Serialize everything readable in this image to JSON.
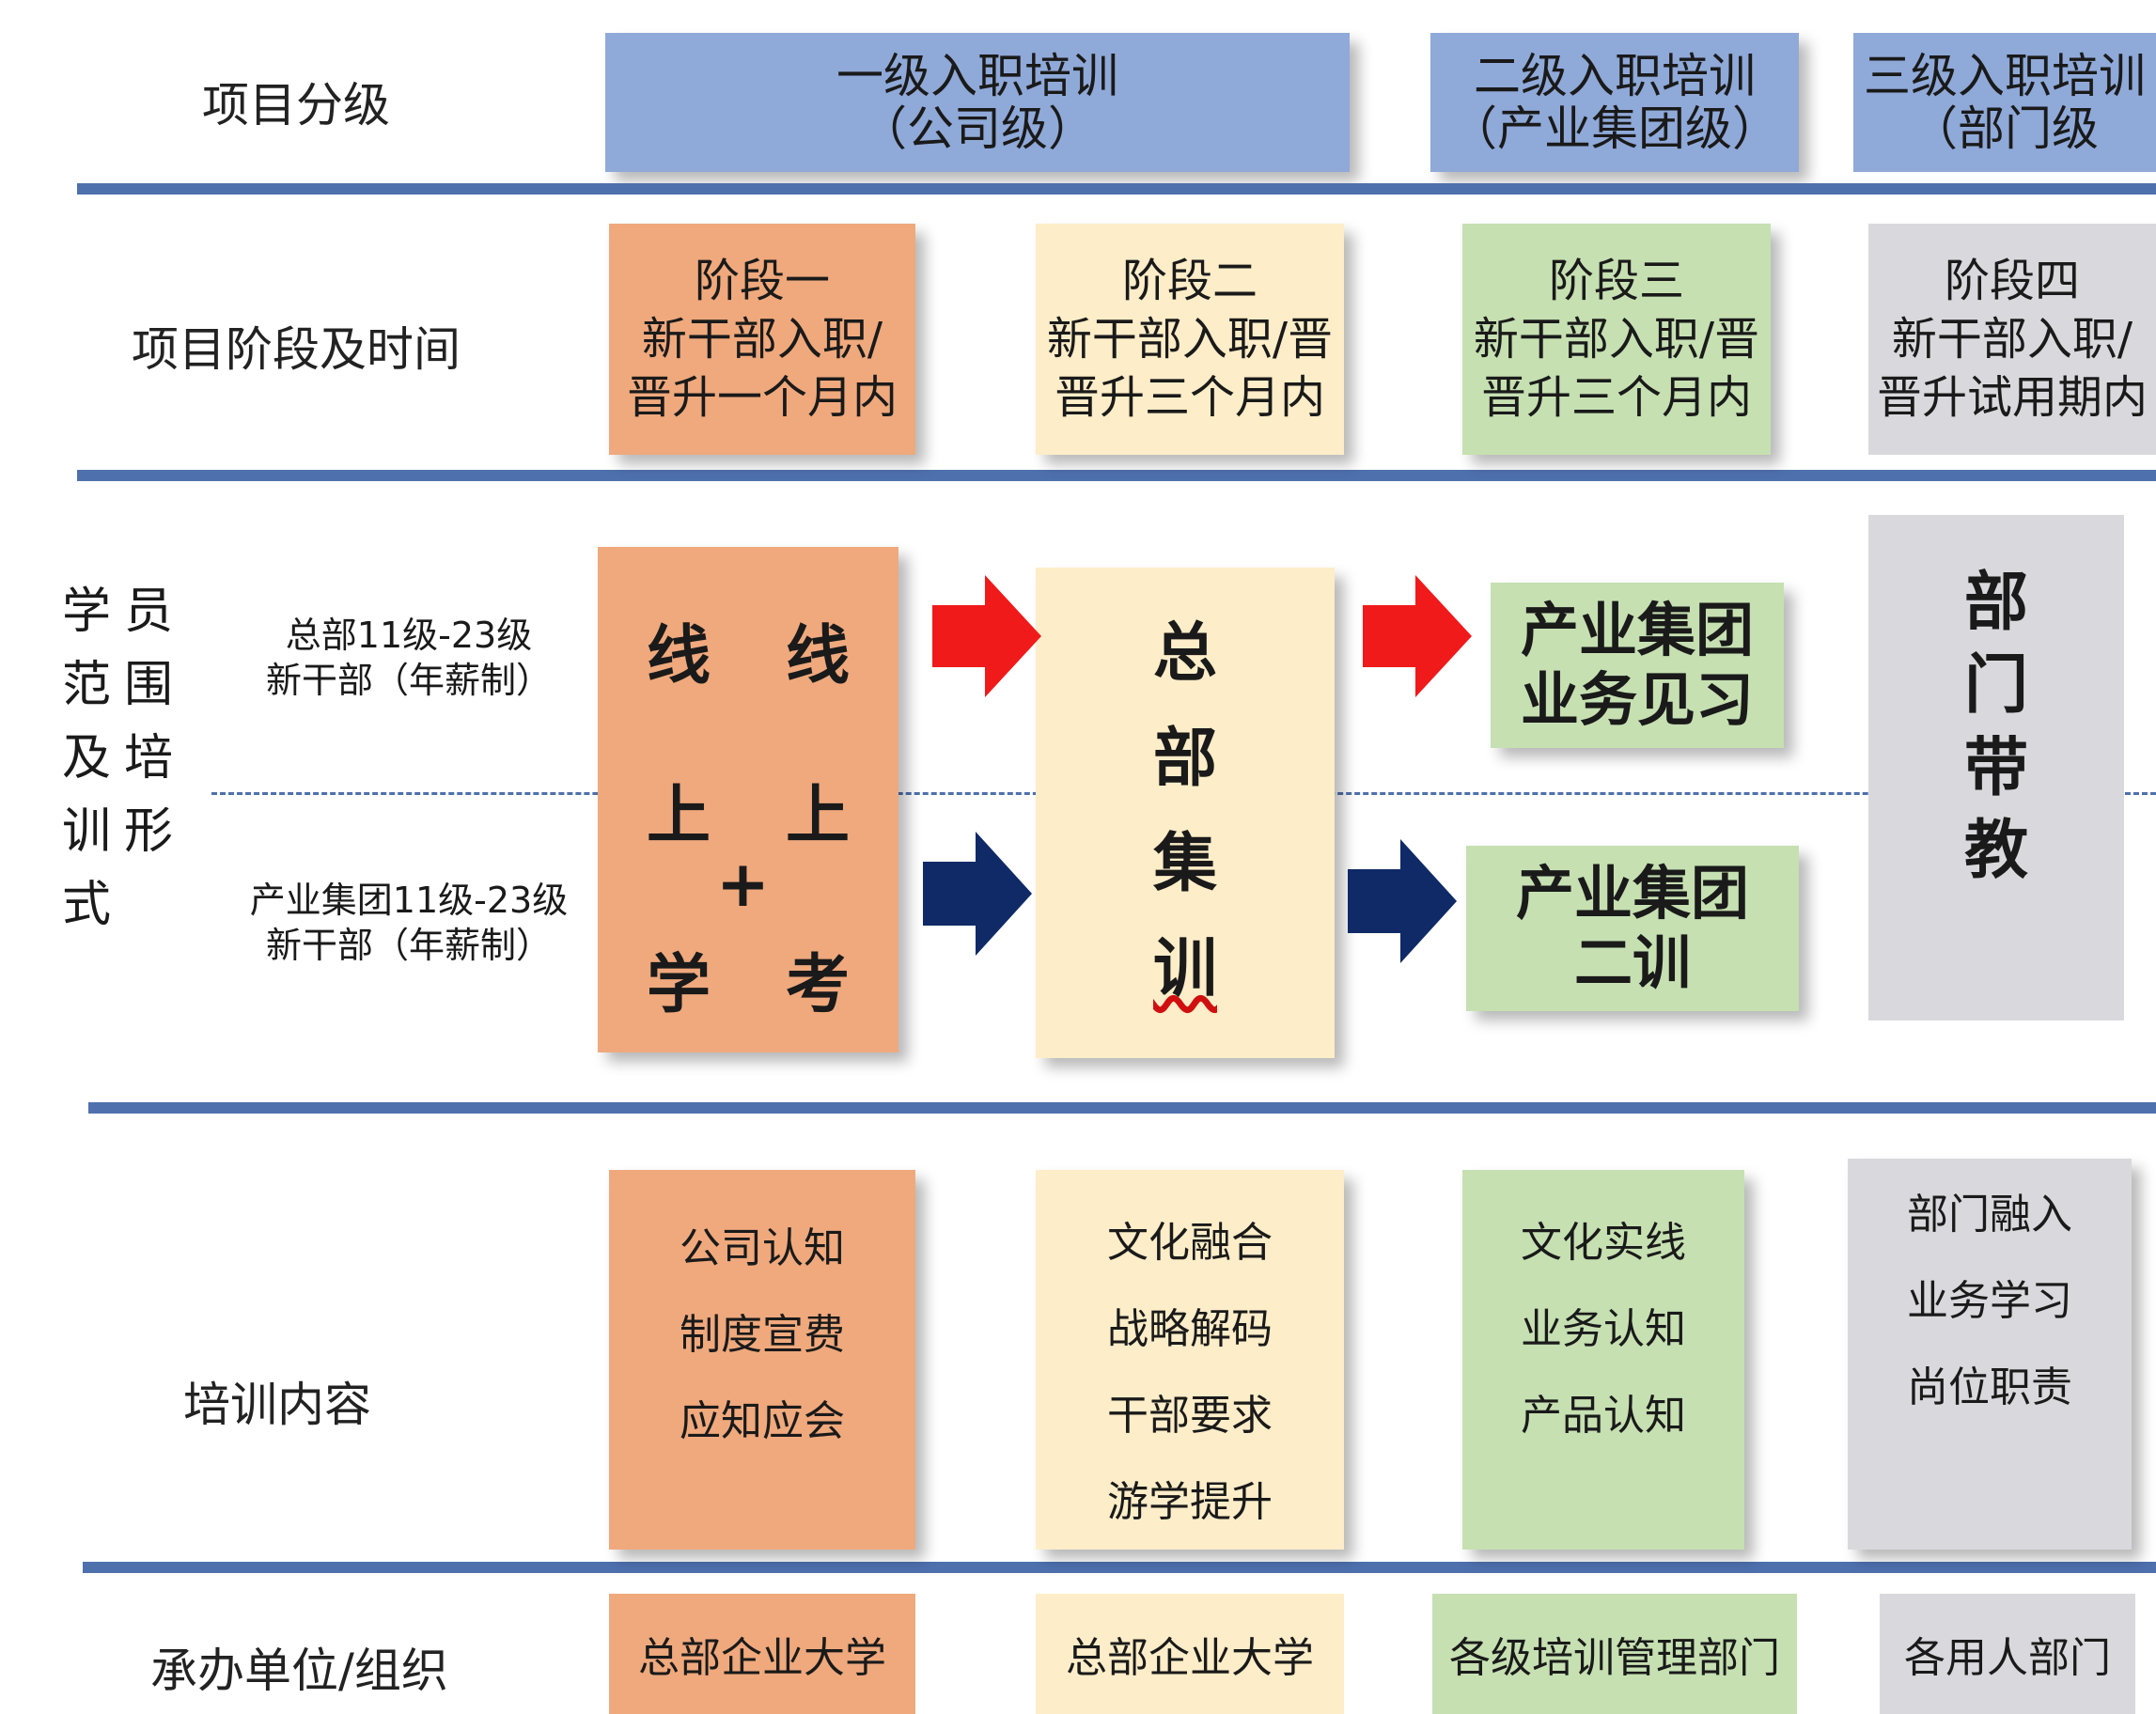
{
  "row_labels": {
    "grading": "项目分级",
    "stage_time": "项目阶段及时间",
    "students": [
      "学员",
      "范围",
      "及培",
      "训形",
      "式"
    ],
    "content": "培训内容",
    "organizer": "承办单位/组织"
  },
  "headers": [
    {
      "line1": "一级入职培训",
      "line2": "（公司级）"
    },
    {
      "line1": "二级入职培训",
      "line2": "（产业集团级）"
    },
    {
      "line1": "三级入职培训",
      "line2": "（部门级"
    }
  ],
  "stages": [
    {
      "title": "阶段一",
      "lines": [
        "新干部入职/",
        "晋升一个月内"
      ]
    },
    {
      "title": "阶段二",
      "lines": [
        "新干部入职/晋",
        "晋升三个月内"
      ]
    },
    {
      "title": "阶段三",
      "lines": [
        "新干部入职/晋",
        "晋升三个月内"
      ]
    },
    {
      "title": "阶段四",
      "lines": [
        "新干部入职/",
        "晋升试用期内"
      ]
    }
  ],
  "student_groups": {
    "hq": {
      "line1": "总部11级-23级",
      "line2": "新干部（年薪制）"
    },
    "industry": {
      "line1": "产业集团11级-23级",
      "line2": "新干部（年薪制）"
    }
  },
  "training_forms": {
    "online": {
      "left_top": "线",
      "right_top": "线",
      "left_mid": "上",
      "right_mid": "上",
      "plus": "+",
      "left_bottom": "学",
      "right_bottom": "考"
    },
    "hq_training": [
      "总",
      "部",
      "集",
      "训"
    ],
    "industry_internship": [
      "产业集团",
      "业务见习"
    ],
    "industry_second": [
      "产业集团",
      "二训"
    ],
    "dept_teaching": [
      "部",
      "门",
      "带",
      "教"
    ]
  },
  "contents": [
    [
      "公司认知",
      "制度宣费",
      "应知应会"
    ],
    [
      "文化融合",
      "战略解码",
      "干部要求",
      "游学提升"
    ],
    [
      "文化实线",
      "业务认知",
      "产品认知"
    ],
    [
      "部门融入",
      "业务学习",
      "尚位职责"
    ]
  ],
  "organizers": [
    "总部企业大学",
    "总部企业大学",
    "各级培训管理部门",
    "各用人部门"
  ],
  "colors": {
    "rule": "#4e70ad",
    "header": "#8fa9d8",
    "orange": "#efa97d",
    "cream": "#fdedc8",
    "green": "#c6e0b2",
    "grey": "#d9d9dd",
    "red_arrow": "#f01a1a",
    "navy_arrow": "#0f2a66"
  }
}
